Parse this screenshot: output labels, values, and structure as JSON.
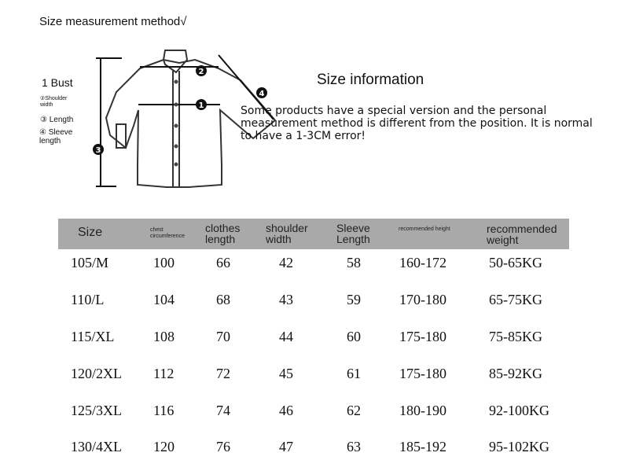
{
  "method_title": "Size measurement method√",
  "legend": {
    "bust": "1 Bust",
    "shoulder": "②Shoulder width",
    "length": "③ Length",
    "sleeve": "④ Sleeve length"
  },
  "info_title": "Size information",
  "note": "Some products have a special version and the personal measurement method is different from the position. It is normal to have a 1-3CM error!",
  "markers": [
    "1",
    "2",
    "3",
    "4"
  ],
  "table": {
    "headers": [
      "Size",
      "chest circumference",
      "clothes length",
      "shoulder width",
      "Sleeve Length",
      "recommended height",
      "recommended weight"
    ],
    "rows": [
      [
        "105/M",
        "100",
        "66",
        "42",
        "58",
        "160-172",
        "50-65KG"
      ],
      [
        "110/L",
        "104",
        "68",
        "43",
        "59",
        "170-180",
        "65-75KG"
      ],
      [
        "115/XL",
        "108",
        "70",
        "44",
        "60",
        "175-180",
        "75-85KG"
      ],
      [
        "120/2XL",
        "112",
        "72",
        "45",
        "61",
        "175-180",
        "85-92KG"
      ],
      [
        "125/3XL",
        "116",
        "74",
        "46",
        "62",
        "180-190",
        "92-100KG"
      ],
      [
        "130/4XL",
        "120",
        "76",
        "47",
        "63",
        "185-192",
        "95-102KG"
      ]
    ]
  }
}
